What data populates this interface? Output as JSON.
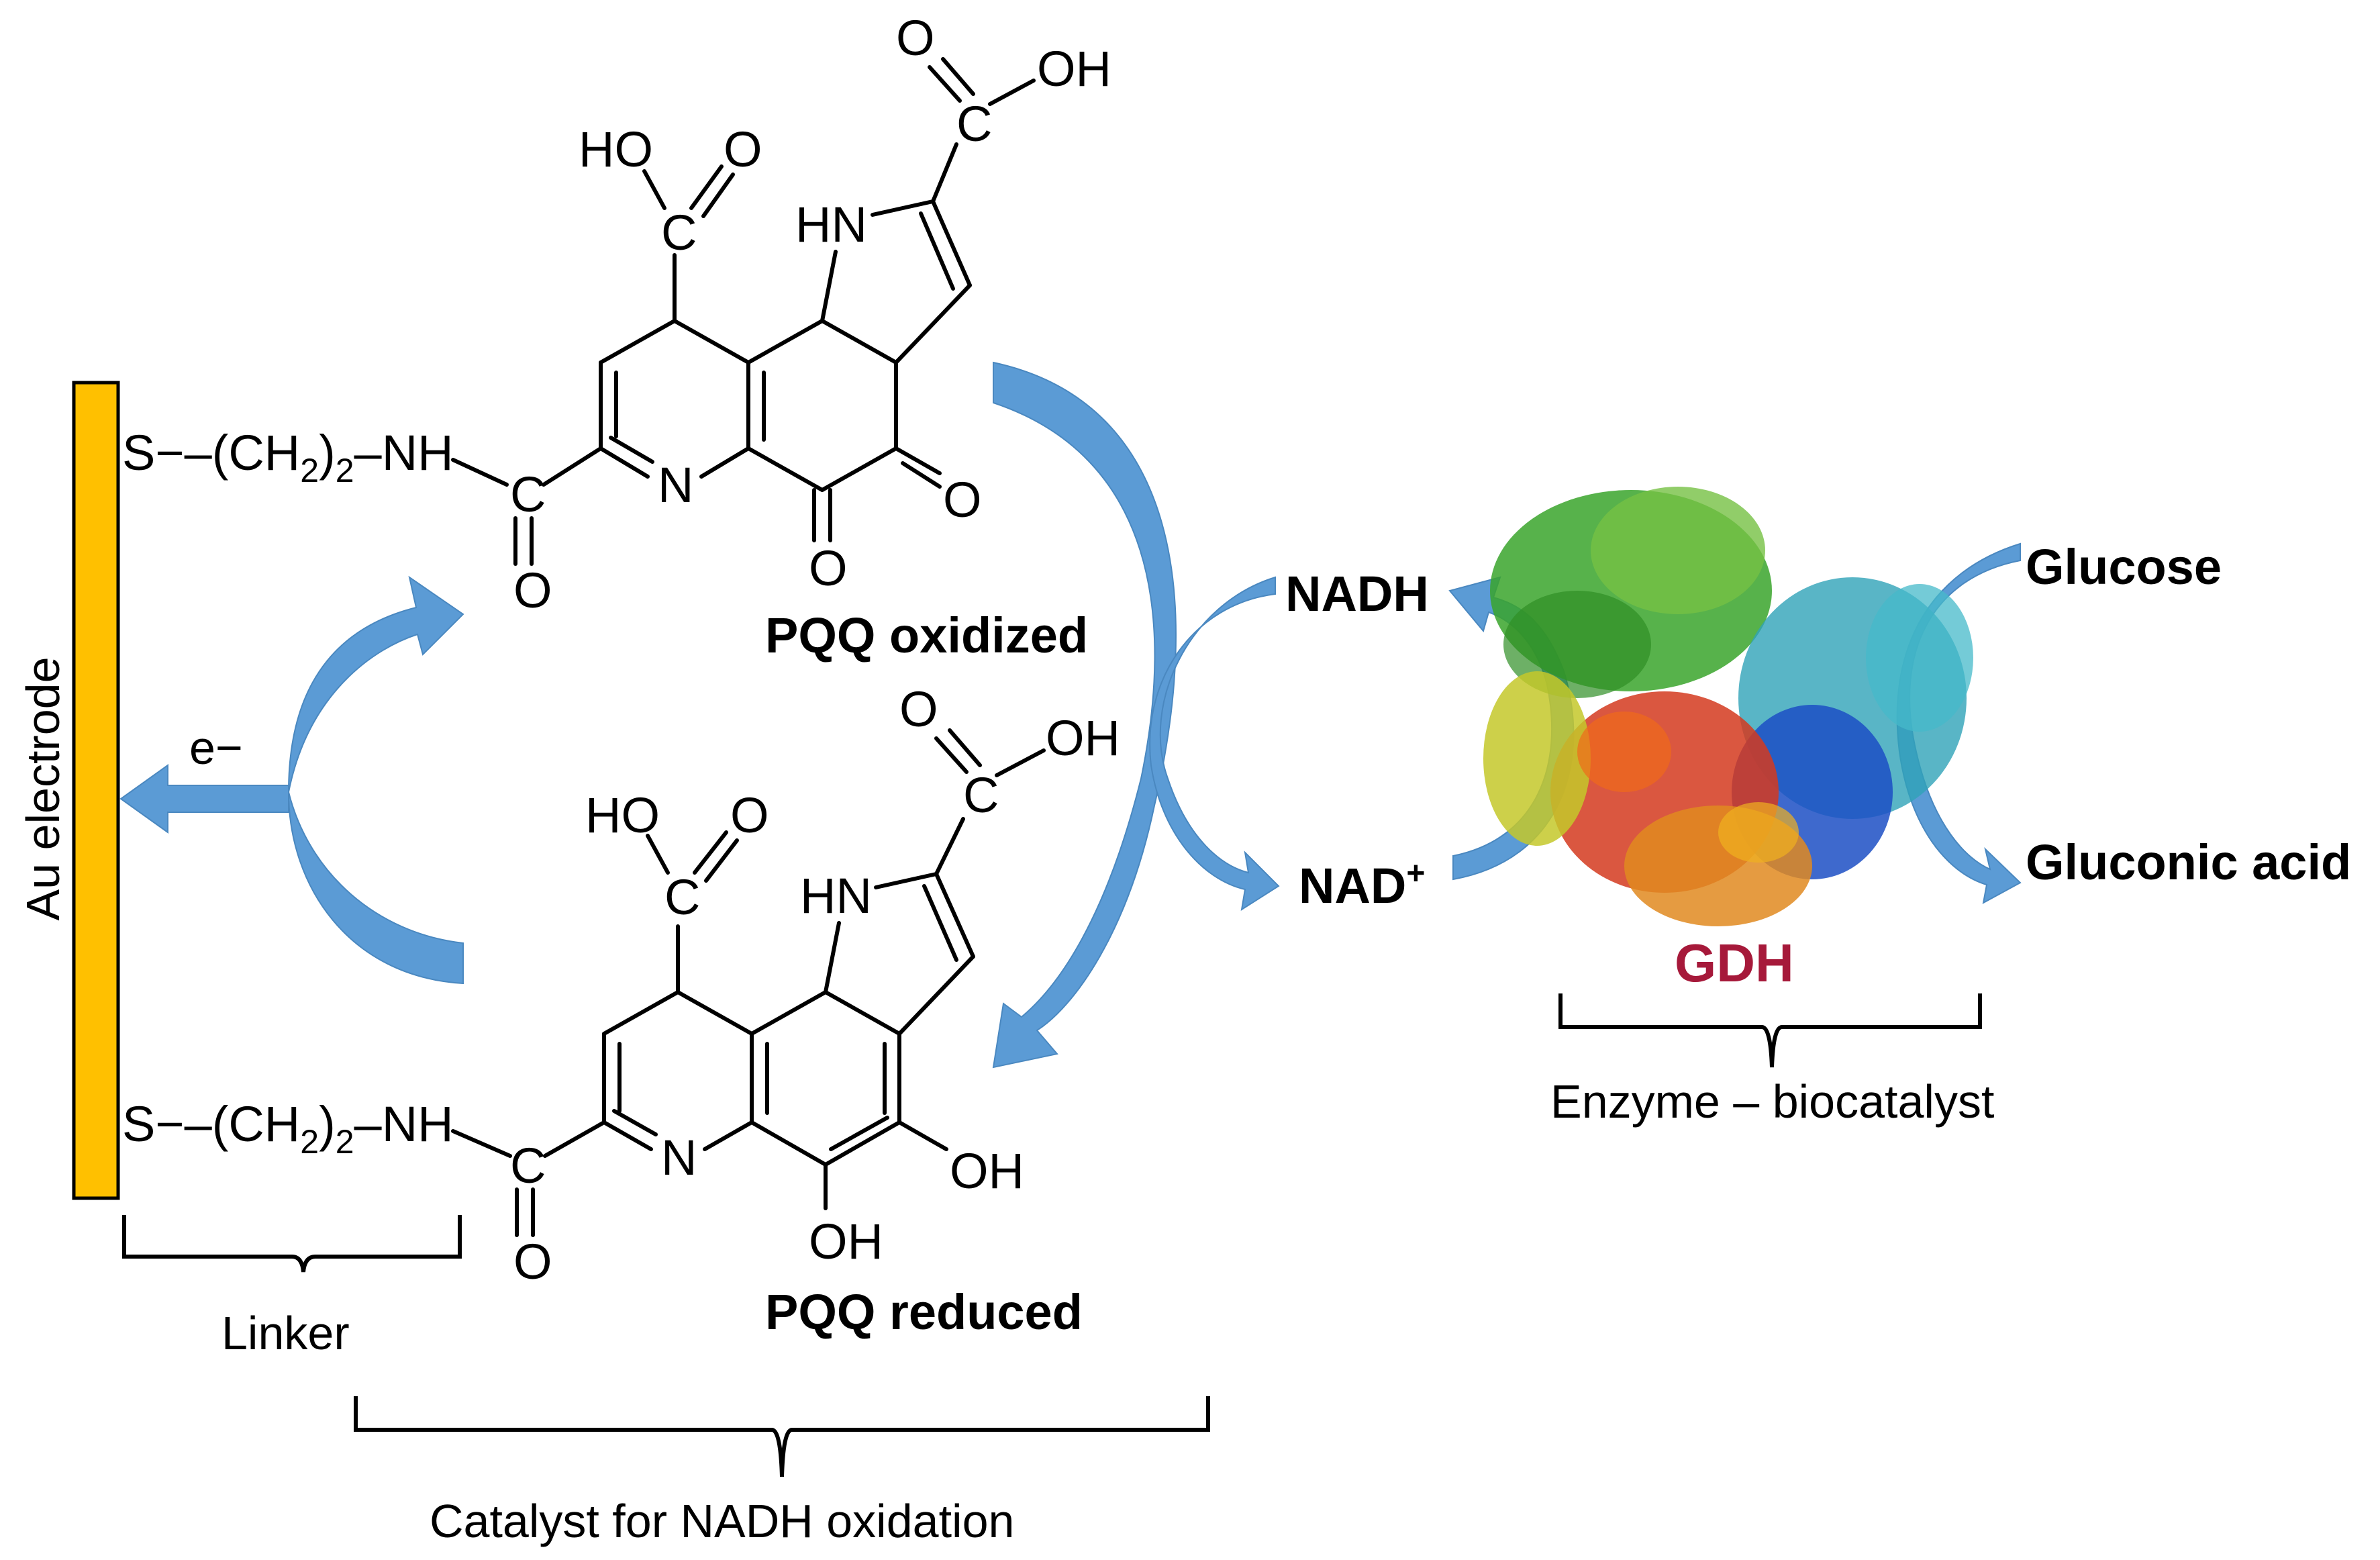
{
  "colors": {
    "electrode": "#ffc000",
    "arrow": "#5b9bd5",
    "gdh": "#a6193a"
  },
  "electrode": {
    "label": "Au electrode"
  },
  "electron": {
    "label": "e−"
  },
  "linker": {
    "s_atom": "S−–(CH",
    "sub2": "2",
    "close": ")",
    "nh": "–NH",
    "caption": "Linker"
  },
  "pqq_oxidized": {
    "label": "PQQ oxidized",
    "atoms": {
      "c": "C",
      "o": "O",
      "n": "N",
      "hn": "HN",
      "ho": "HO",
      "oh": "OH"
    }
  },
  "pqq_reduced": {
    "label": "PQQ reduced"
  },
  "catalyst_caption": "Catalyst for NADH oxidation",
  "cofactors": {
    "nadh": "NADH",
    "nad": "NAD",
    "nad_sup": "+"
  },
  "substrates": {
    "glucose": "Glucose",
    "product": "Gluconic acid"
  },
  "enzyme": {
    "name": "GDH",
    "caption": "Enzyme – biocatalyst",
    "icon": "protein-structure-icon"
  }
}
